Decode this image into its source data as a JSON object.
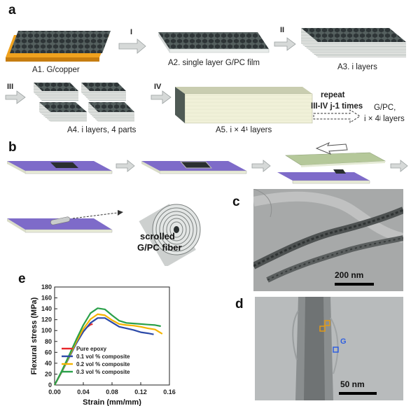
{
  "panel_labels": {
    "a": "a",
    "b": "b",
    "c": "c",
    "d": "d",
    "e": "e"
  },
  "panel_a": {
    "steps": [
      {
        "caption": "A1. G/copper"
      },
      {
        "caption": "A2. single layer G/PC film"
      },
      {
        "caption": "A3. i layers"
      },
      {
        "caption": "A4. i layers, 4 parts"
      },
      {
        "caption": "A5. i × 4¹ layers"
      }
    ],
    "arrows": [
      "I",
      "II",
      "III",
      "IV"
    ],
    "repeat": {
      "line1": "repeat",
      "line2": "III-IV j-1 times"
    },
    "result": {
      "line1": "G/PC,",
      "line2": "i × 4ʲ layers"
    }
  },
  "panel_b": {
    "fiber_caption_1": "scrolled",
    "fiber_caption_2": "G/PC fiber"
  },
  "panel_c": {
    "scale": "200 nm"
  },
  "panel_d": {
    "scale": "50 nm",
    "marker": "G"
  },
  "colors": {
    "copper": "#f0a21e",
    "substrate": "#7e6bc9",
    "green_film": "#b5c89a",
    "graphene": "#3c4244"
  },
  "chart_data": {
    "type": "line",
    "xlabel": "Strain (mm/mm)",
    "ylabel": "Flexural stress (MPa)",
    "xlim": [
      0.0,
      0.16
    ],
    "ylim": [
      0,
      180
    ],
    "xticks": [
      "0.00",
      "0.04",
      "0.08",
      "0.12",
      "0.16"
    ],
    "yticks": [
      "0",
      "20",
      "40",
      "60",
      "80",
      "100",
      "120",
      "140",
      "160",
      "180"
    ],
    "legend_position": "bottom-left",
    "series": [
      {
        "name": "Pure epoxy",
        "color": "#e8262a",
        "x": [
          0,
          0.01,
          0.02,
          0.03,
          0.04,
          0.045,
          0.05,
          0.053
        ],
        "y": [
          0,
          25,
          52,
          78,
          98,
          106,
          111,
          112
        ]
      },
      {
        "name": "0.1 vol % composite",
        "color": "#2c4aa8",
        "x": [
          0,
          0.01,
          0.02,
          0.03,
          0.04,
          0.05,
          0.06,
          0.07,
          0.08,
          0.09,
          0.1,
          0.11,
          0.12,
          0.13,
          0.138
        ],
        "y": [
          0,
          24,
          50,
          76,
          98,
          114,
          123,
          123,
          115,
          107,
          104,
          101,
          97,
          95,
          93
        ]
      },
      {
        "name": "0.2 vol % composite",
        "color": "#f4b400",
        "x": [
          0,
          0.01,
          0.02,
          0.03,
          0.04,
          0.05,
          0.06,
          0.07,
          0.08,
          0.09,
          0.1,
          0.11,
          0.12,
          0.13,
          0.14,
          0.15
        ],
        "y": [
          0,
          25,
          52,
          79,
          103,
          121,
          130,
          128,
          119,
          112,
          110,
          109,
          107,
          104,
          102,
          94
        ]
      },
      {
        "name": "0.3 vol % composite",
        "color": "#2aa04a",
        "x": [
          0,
          0.01,
          0.02,
          0.03,
          0.04,
          0.05,
          0.06,
          0.07,
          0.08,
          0.09,
          0.1,
          0.11,
          0.12,
          0.13,
          0.14,
          0.148
        ],
        "y": [
          0,
          26,
          54,
          83,
          110,
          132,
          141,
          139,
          128,
          118,
          114,
          113,
          112,
          111,
          110,
          108
        ]
      }
    ]
  }
}
